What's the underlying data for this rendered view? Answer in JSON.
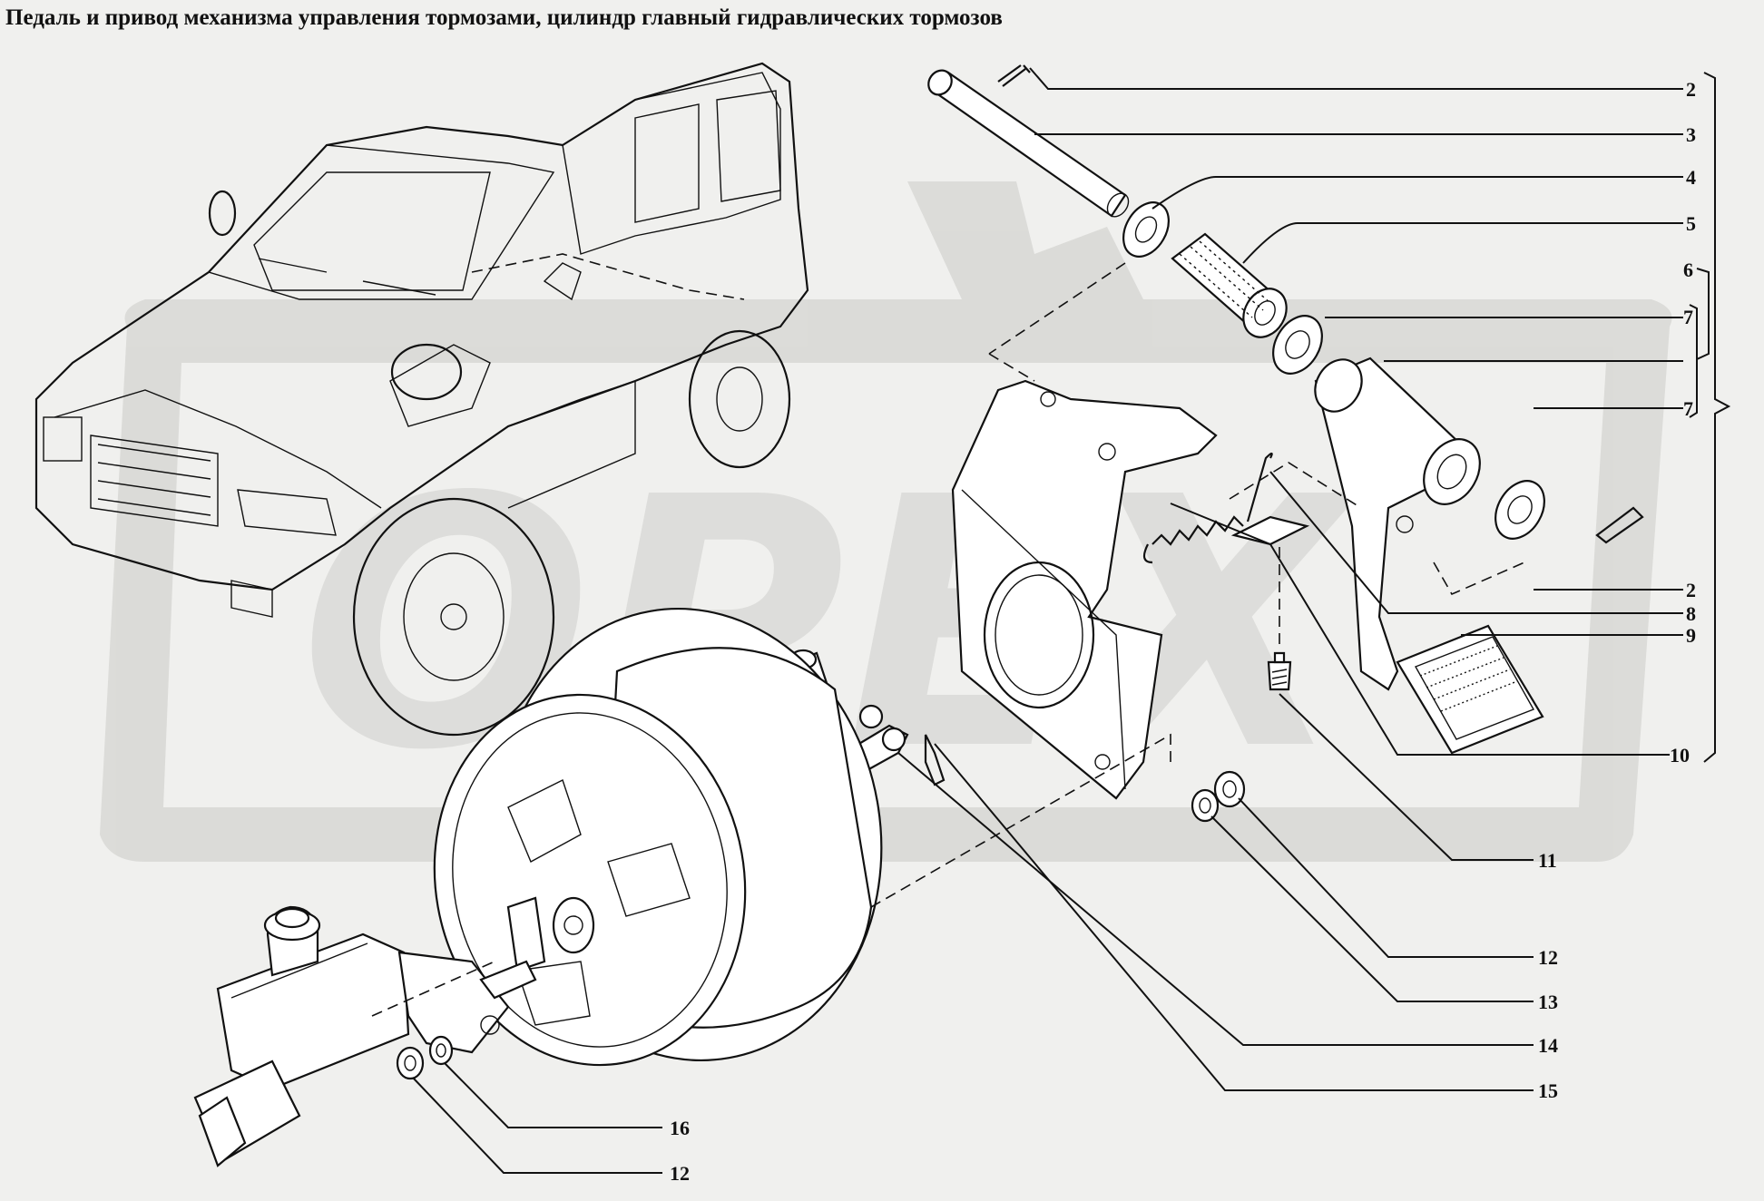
{
  "title": "Педаль и привод механизма управления тормозами, цилиндр главный гидравлических тормозов",
  "watermark": "OPEX",
  "callouts": [
    {
      "id": "c2a",
      "label": "2"
    },
    {
      "id": "c3",
      "label": "3"
    },
    {
      "id": "c4",
      "label": "4"
    },
    {
      "id": "c5",
      "label": "5"
    },
    {
      "id": "c6",
      "label": "6"
    },
    {
      "id": "c7a",
      "label": "7"
    },
    {
      "id": "c7b",
      "label": "7"
    },
    {
      "id": "c2b",
      "label": "2"
    },
    {
      "id": "c8",
      "label": "8"
    },
    {
      "id": "c9",
      "label": "9"
    },
    {
      "id": "c10",
      "label": "10"
    },
    {
      "id": "c11",
      "label": "11"
    },
    {
      "id": "c12a",
      "label": "12"
    },
    {
      "id": "c13",
      "label": "13"
    },
    {
      "id": "c14",
      "label": "14"
    },
    {
      "id": "c15",
      "label": "15"
    },
    {
      "id": "c16",
      "label": "16"
    },
    {
      "id": "c12b",
      "label": "12"
    }
  ]
}
